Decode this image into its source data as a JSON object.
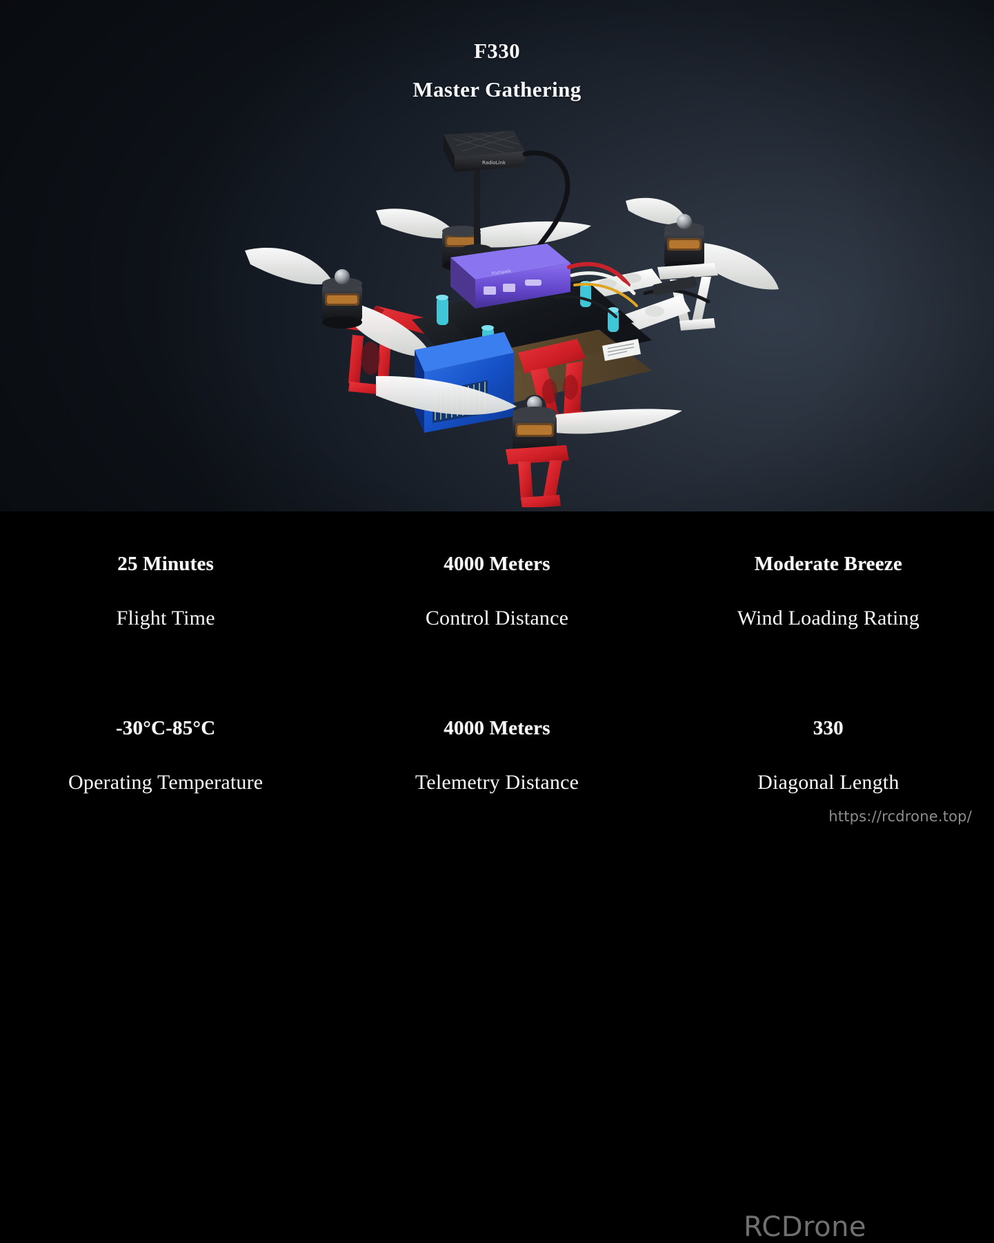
{
  "header": {
    "title_line1": "F330",
    "title_line2": "Master Gathering"
  },
  "product_image": {
    "alt": "F330 quadcopter drone with red and white arms, white propellers, blue LiPo battery, purple flight controller and RadioLink GPS module",
    "gps_module_label": "RadioLink",
    "colors": {
      "frame_red": "#d8232a",
      "frame_white": "#f2f2f0",
      "battery_blue": "#1652c8",
      "flight_controller_purple": "#6b4fcf",
      "carbon_plate": "#14161a",
      "motor_body": "#2e3136",
      "motor_windings": "#b5762f",
      "standoff_teal": "#3fc6d8",
      "propeller_white": "#f6f7f5",
      "background_dark": "#0f141b",
      "background_light": "#333c4a"
    }
  },
  "specs": [
    {
      "value": "25 Minutes",
      "label": "Flight Time"
    },
    {
      "value": "4000 Meters",
      "label": "Control Distance"
    },
    {
      "value": "Moderate Breeze",
      "label": "Wind Loading Rating"
    },
    {
      "value": "-30°C-85°C",
      "label": "Operating Temperature"
    },
    {
      "value": "4000 Meters",
      "label": "Telemetry Distance"
    },
    {
      "value": "330",
      "label": "Diagonal Length"
    }
  ],
  "branding": {
    "watermark": "RCDrone",
    "watermark_color": "#707070",
    "url": "https://rcdrone.top/",
    "url_color": "#8d8d8d"
  }
}
